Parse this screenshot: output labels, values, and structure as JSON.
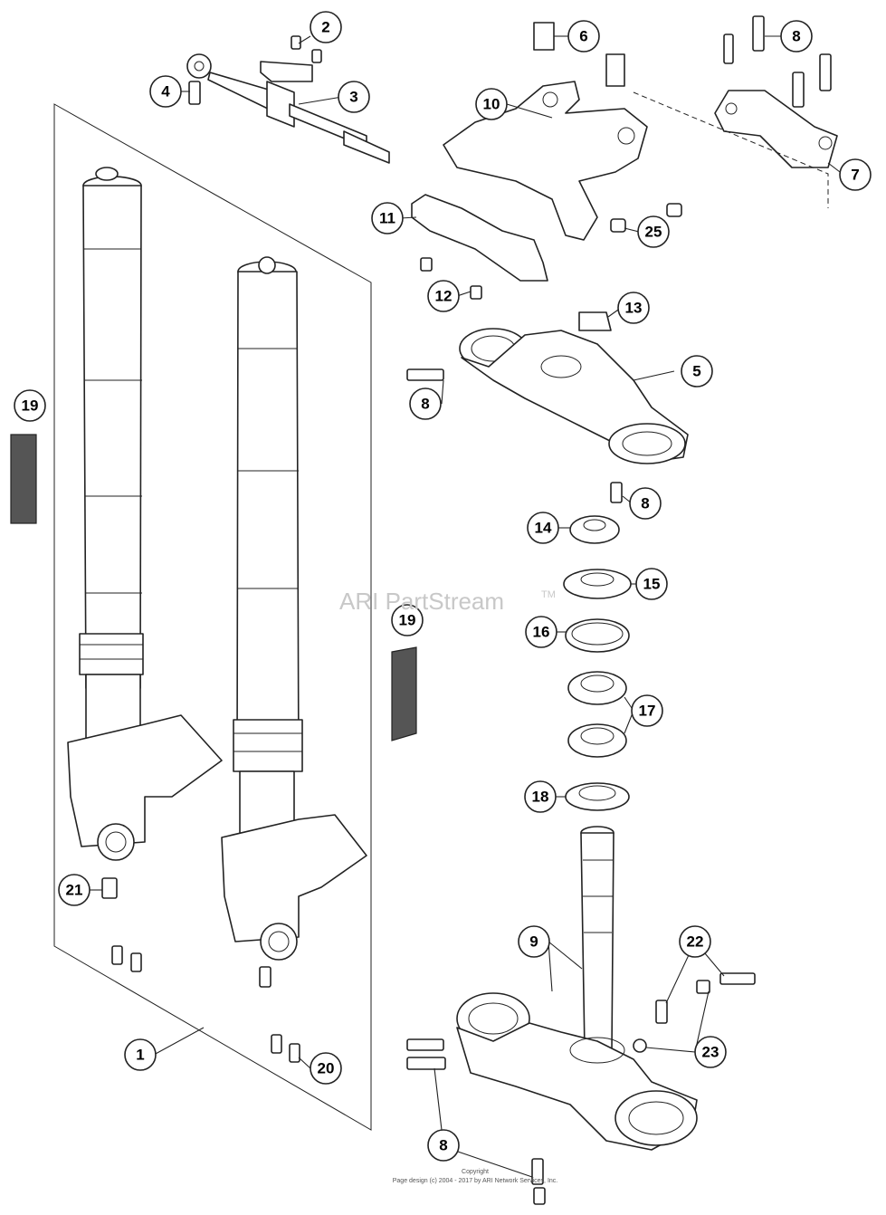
{
  "watermark": {
    "text": "ARI PartStream",
    "tm": "TM"
  },
  "copyright": {
    "label": "Copyright",
    "line": "Page design (c) 2004 - 2017 by ARI Network Services, Inc."
  },
  "callouts": [
    "1",
    "2",
    "3",
    "4",
    "5",
    "6",
    "7",
    "8",
    "8",
    "8",
    "8",
    "9",
    "10",
    "11",
    "12",
    "13",
    "14",
    "15",
    "16",
    "17",
    "18",
    "19",
    "19",
    "20",
    "21",
    "22",
    "23",
    "25"
  ]
}
